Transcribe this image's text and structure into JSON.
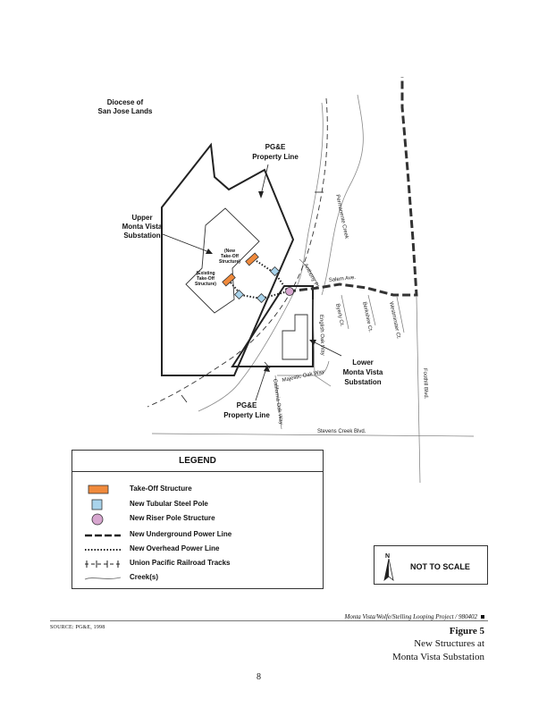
{
  "map": {
    "labels": {
      "diocese_1": "Diocese of",
      "diocese_2": "San Jose Lands",
      "pge_top_1": "PG&E",
      "pge_top_2": "Property Line",
      "upper_1": "Upper",
      "upper_2": "Monta Vista",
      "upper_3": "Substation",
      "new_takeoff_1": "(New",
      "new_takeoff_2": "Take-Off",
      "new_takeoff_3": "Structure)",
      "exist_takeoff_1": "(Existing",
      "exist_takeoff_2": "Take-Off",
      "exist_takeoff_3": "Structure)",
      "lower_1": "Lower",
      "lower_2": "Monta Vista",
      "lower_3": "Substation",
      "pge_bottom_1": "PG&E",
      "pge_bottom_2": "Property Line"
    },
    "streets": {
      "permanente_creek": "Permanente Creek",
      "anthony_pl": "Anthony Pl.",
      "salem_ave": "Salem Ave.",
      "byerly_ct": "Byerly Ct.",
      "berkshire_ct": "Berkshire Ct.",
      "westminster_ct": "Westminster Ct.",
      "english_oak_way": "English Oak Way",
      "majestic_oak_way": "Majestic Oak Way",
      "california_oak_way": "California Oak Way",
      "foothill_blvd": "Foothill Blvd.",
      "stevens_creek_blvd": "Stevens Creek Blvd."
    }
  },
  "legend": {
    "title": "LEGEND",
    "items": [
      {
        "symbol": "takeoff",
        "label": "Take-Off Structure"
      },
      {
        "symbol": "tubular",
        "label": "New Tubular Steel Pole"
      },
      {
        "symbol": "riser",
        "label": "New Riser Pole Structure"
      },
      {
        "symbol": "underground",
        "label": "New Underground Power Line"
      },
      {
        "symbol": "overhead",
        "label": "New Overhead Power Line"
      },
      {
        "symbol": "railroad",
        "label": "Union Pacific Railroad Tracks"
      },
      {
        "symbol": "creek",
        "label": "Creek(s)"
      }
    ]
  },
  "scale": {
    "north": "N",
    "text": "NOT TO SCALE"
  },
  "colors": {
    "takeoff": "#f08a3c",
    "tubular": "#a9d4ec",
    "riser": "#d7a6cf"
  },
  "footer": {
    "project": "Monta Vista/Wolfe/Stelling Looping Project / 980402",
    "source": "SOURCE:  PG&E, 1998",
    "figure": "Figure 5",
    "caption_1": "New Structures at",
    "caption_2": "Monta Vista Substation",
    "page": "8"
  }
}
